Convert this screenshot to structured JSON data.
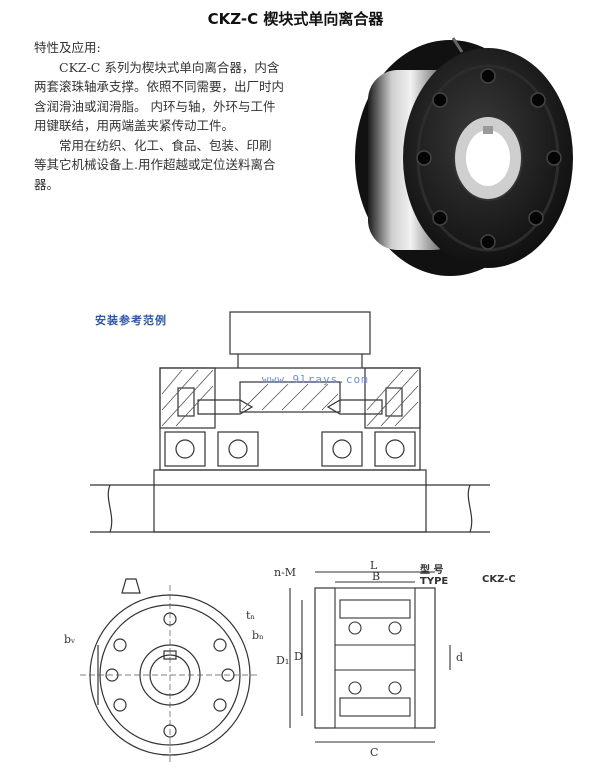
{
  "title": "CKZ-C 楔块式单向离合器",
  "intro": {
    "heading": "特性及应用:",
    "lines": [
      "CKZ-C 系列为楔块式单向离合器，内含",
      "两套滚珠轴承支撑。依照不同需要，出厂时内",
      "含润滑油或润滑脂。 内环与轴，外环与工件",
      "用键联结，用两端盖夹紧传动工件。",
      "常用在纺织、化工、食品、包装、印刷",
      "等其它机械设备上.用作超越或定位送料离合",
      "器。"
    ]
  },
  "install_label": "安装参考范例",
  "watermark": "www.9lrays.com",
  "dimension_labels": {
    "nM": "n-M",
    "L": "L",
    "B": "B",
    "tn": "tₙ",
    "bn": "bₙ",
    "bw": "bᵥ",
    "D1": "D₁",
    "D": "D",
    "d": "d",
    "C": "C"
  },
  "type": {
    "label_cn": "型 号",
    "label_en": "TYPE",
    "value": "CKZ-C"
  }
}
